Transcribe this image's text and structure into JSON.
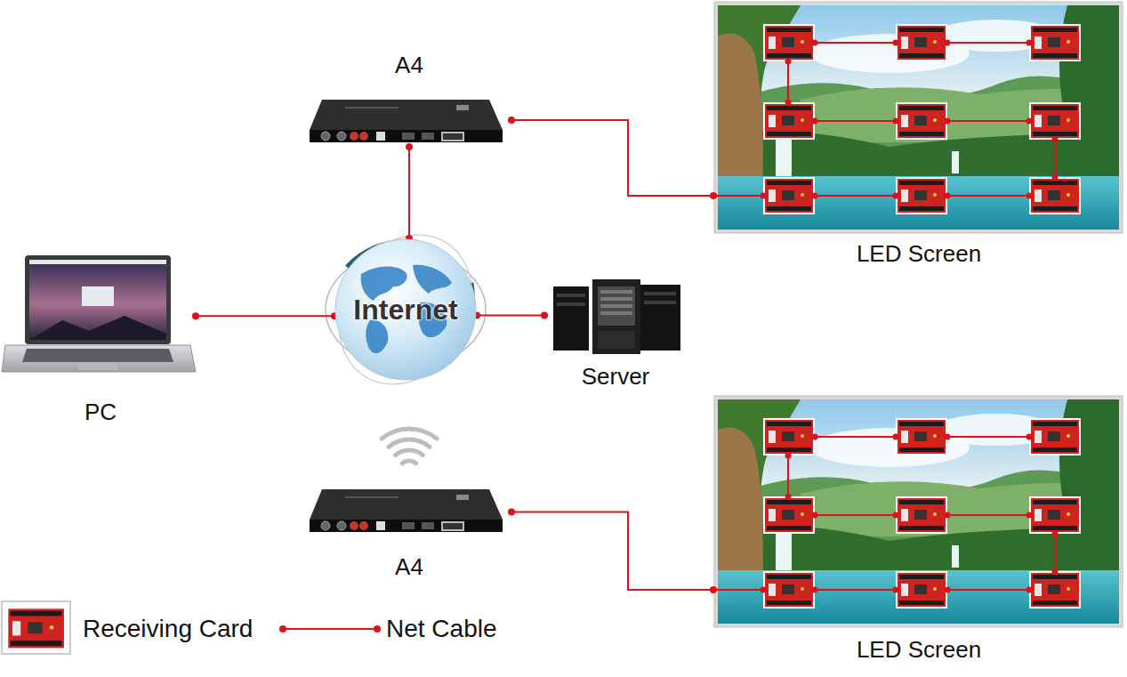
{
  "diagram": {
    "nodes": [
      {
        "text": [
          "A4"
        ]
      },
      {
        "text": [
          "LED Screen"
        ]
      },
      {
        "text": [
          "PC"
        ]
      },
      {
        "text": [
          "Internet"
        ]
      },
      {
        "text": [
          "Server"
        ]
      },
      {
        "text": [
          "A4"
        ]
      },
      {
        "text": [
          "LED Screen"
        ]
      }
    ],
    "edges": [
      {
        "from": 0,
        "to": 3,
        "arrow": "none"
      },
      {
        "from": 0,
        "to": 1,
        "arrow": "none"
      },
      {
        "from": 2,
        "to": 3,
        "arrow": "none"
      },
      {
        "from": 3,
        "to": 4,
        "arrow": "none"
      },
      {
        "from": 5,
        "to": 6,
        "arrow": "none"
      }
    ],
    "legend": [
      {
        "text": "Receiving Card"
      },
      {
        "text": "Net Cable"
      }
    ]
  }
}
